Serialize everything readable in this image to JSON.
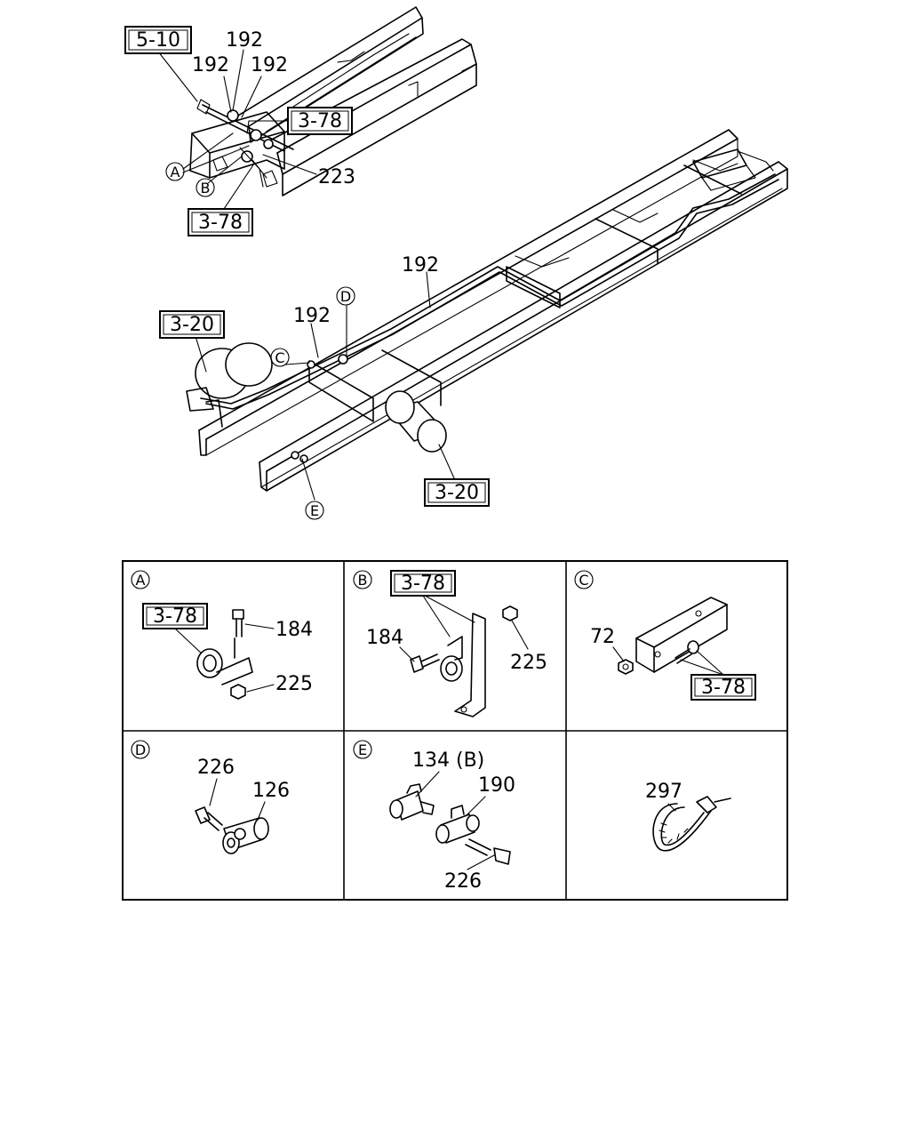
{
  "refs": {
    "r510": "5-10",
    "r378a": "3-78",
    "r378b": "3-78",
    "r320a": "3-20",
    "r320b": "3-20",
    "rA": "3-78",
    "rB": "3-78",
    "rC": "3-78"
  },
  "main": {
    "p192a": "192",
    "p192b": "192",
    "p192c": "192",
    "p223": "223",
    "p192d": "192",
    "p192e": "192"
  },
  "markers": {
    "A": "A",
    "B": "B",
    "C": "C",
    "D": "D",
    "E": "E"
  },
  "panels": {
    "A": {
      "letter": "A",
      "p184": "184",
      "p225": "225"
    },
    "B": {
      "letter": "B",
      "p184": "184",
      "p225": "225"
    },
    "C": {
      "letter": "C",
      "p72": "72"
    },
    "D": {
      "letter": "D",
      "p226": "226",
      "p126": "126"
    },
    "E": {
      "letter": "E",
      "p134": "134 (B)",
      "p190": "190",
      "p226": "226"
    },
    "F": {
      "p297": "297"
    }
  }
}
